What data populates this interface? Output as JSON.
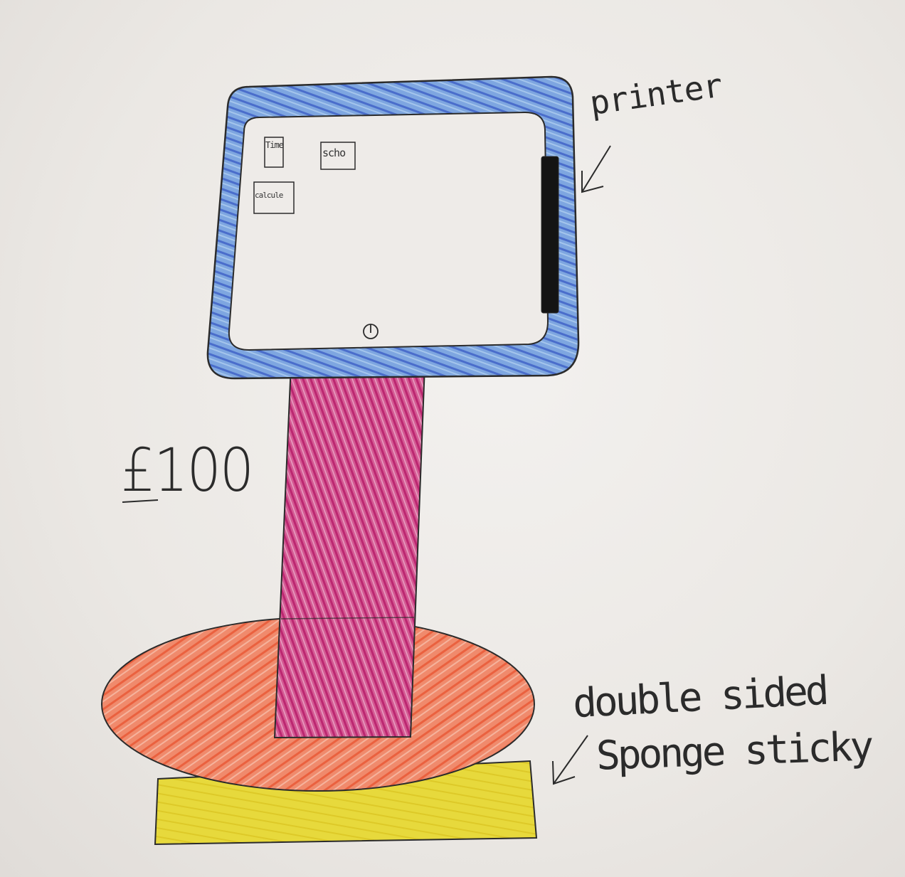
{
  "drawing": {
    "price": "£100",
    "labels": {
      "printer": "printer",
      "base_line1": "double sided",
      "base_line2": "Sponge sticky"
    },
    "screen_apps": [
      {
        "name": "time-app",
        "text": "Time"
      },
      {
        "name": "school-app",
        "text": "scho"
      },
      {
        "name": "calculator-app",
        "text": "calcule"
      }
    ]
  },
  "colors": {
    "frame_blue": "#4a6fd0",
    "frame_light_blue": "#8fb6e6",
    "printer_slot": "#151515",
    "stand_magenta": "#c8307a",
    "base_orange": "#ef7a5c",
    "pad_yellow": "#e6d53a",
    "outline": "#2b2b2b",
    "paper": "#efece9"
  }
}
